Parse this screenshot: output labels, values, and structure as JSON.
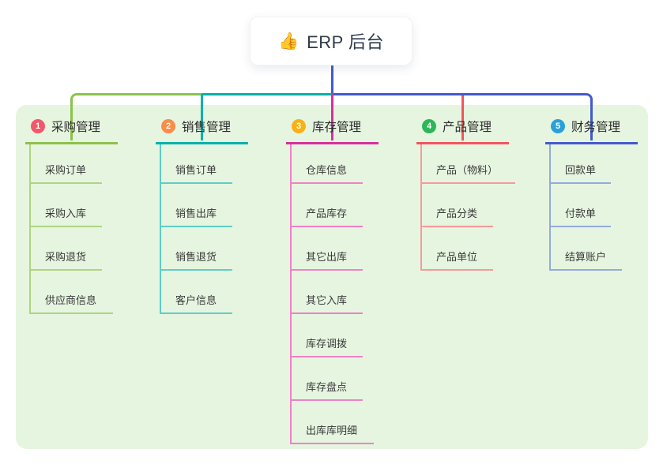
{
  "root": {
    "icon": "👍",
    "title": "ERP 后台"
  },
  "branches": [
    {
      "badge": "1",
      "label": "采购管理",
      "badge_color": "#f2566a",
      "line_color": "#8bc34a",
      "child_line_color": "#aed581",
      "children": [
        "采购订单",
        "采购入库",
        "采购退货",
        "供应商信息"
      ]
    },
    {
      "badge": "2",
      "label": "销售管理",
      "badge_color": "#fb8c4a",
      "line_color": "#00b2aa",
      "child_line_color": "#5fcdc6",
      "children": [
        "销售订单",
        "销售出库",
        "销售退货",
        "客户信息"
      ]
    },
    {
      "badge": "3",
      "label": "库存管理",
      "badge_color": "#f9b115",
      "line_color": "#d6309c",
      "child_line_color": "#ef82c4",
      "children": [
        "仓库信息",
        "产品库存",
        "其它出库",
        "其它入库",
        "库存调拨",
        "库存盘点",
        "出库库明细"
      ]
    },
    {
      "badge": "4",
      "label": "产品管理",
      "badge_color": "#2cb757",
      "line_color": "#f2555f",
      "child_line_color": "#f59a9a",
      "children": [
        "产品（物料）",
        "产品分类",
        "产品单位"
      ]
    },
    {
      "badge": "5",
      "label": "财务管理",
      "badge_color": "#2ba0d8",
      "line_color": "#4459ce",
      "child_line_color": "#93aade",
      "children": [
        "回款单",
        "付款单",
        "结算账户"
      ]
    }
  ],
  "colors": {
    "panel_bg": "#e6f5e0",
    "connector_blue": "#4459ce",
    "canvas_bg": "#ffffff"
  }
}
